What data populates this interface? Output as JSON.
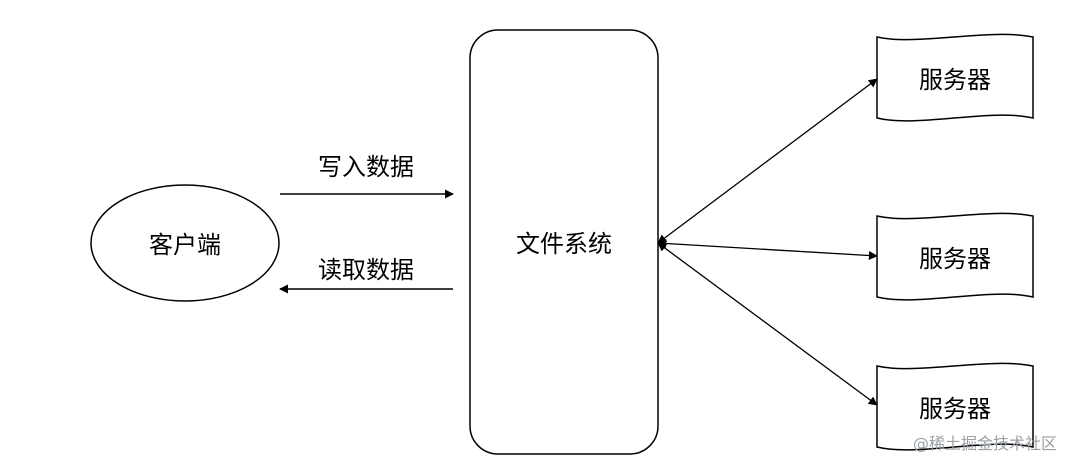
{
  "nodes": {
    "client": "客户端",
    "file_system": "文件系统",
    "servers": [
      "服务器",
      "服务器",
      "服务器"
    ]
  },
  "edges": {
    "write": "写入数据",
    "read": "读取数据"
  },
  "watermark": "@稀土掘金技术社区",
  "colors": {
    "stroke": "#000000",
    "fill": "#ffffff",
    "watermark": "#9aa0a6"
  }
}
